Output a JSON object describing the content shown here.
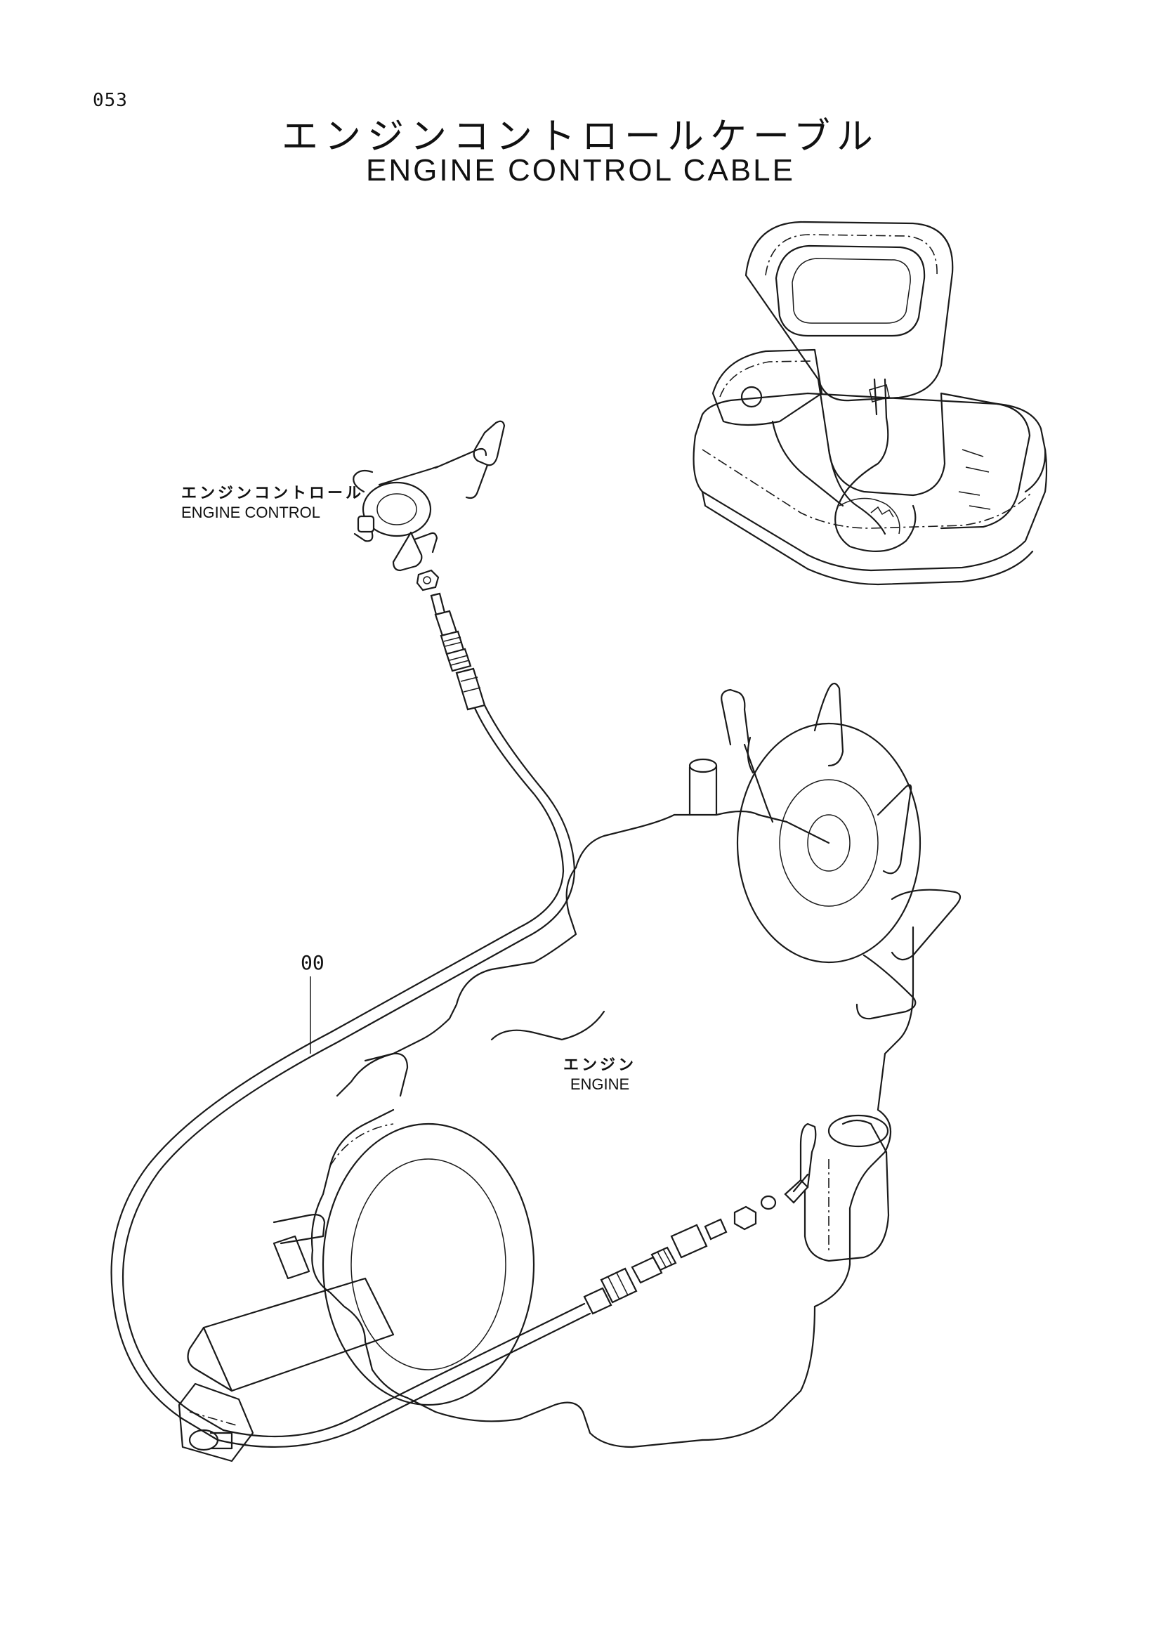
{
  "page_number": "053",
  "title_jp": "エンジンコントロールケーブル",
  "title_en": "ENGINE CONTROL CABLE",
  "labels": {
    "engine_control_jp": "エンジンコントロール",
    "engine_control_en": "ENGINE CONTROL",
    "engine_jp": "エンジン",
    "engine_en": "ENGINE",
    "part_number": "00"
  }
}
